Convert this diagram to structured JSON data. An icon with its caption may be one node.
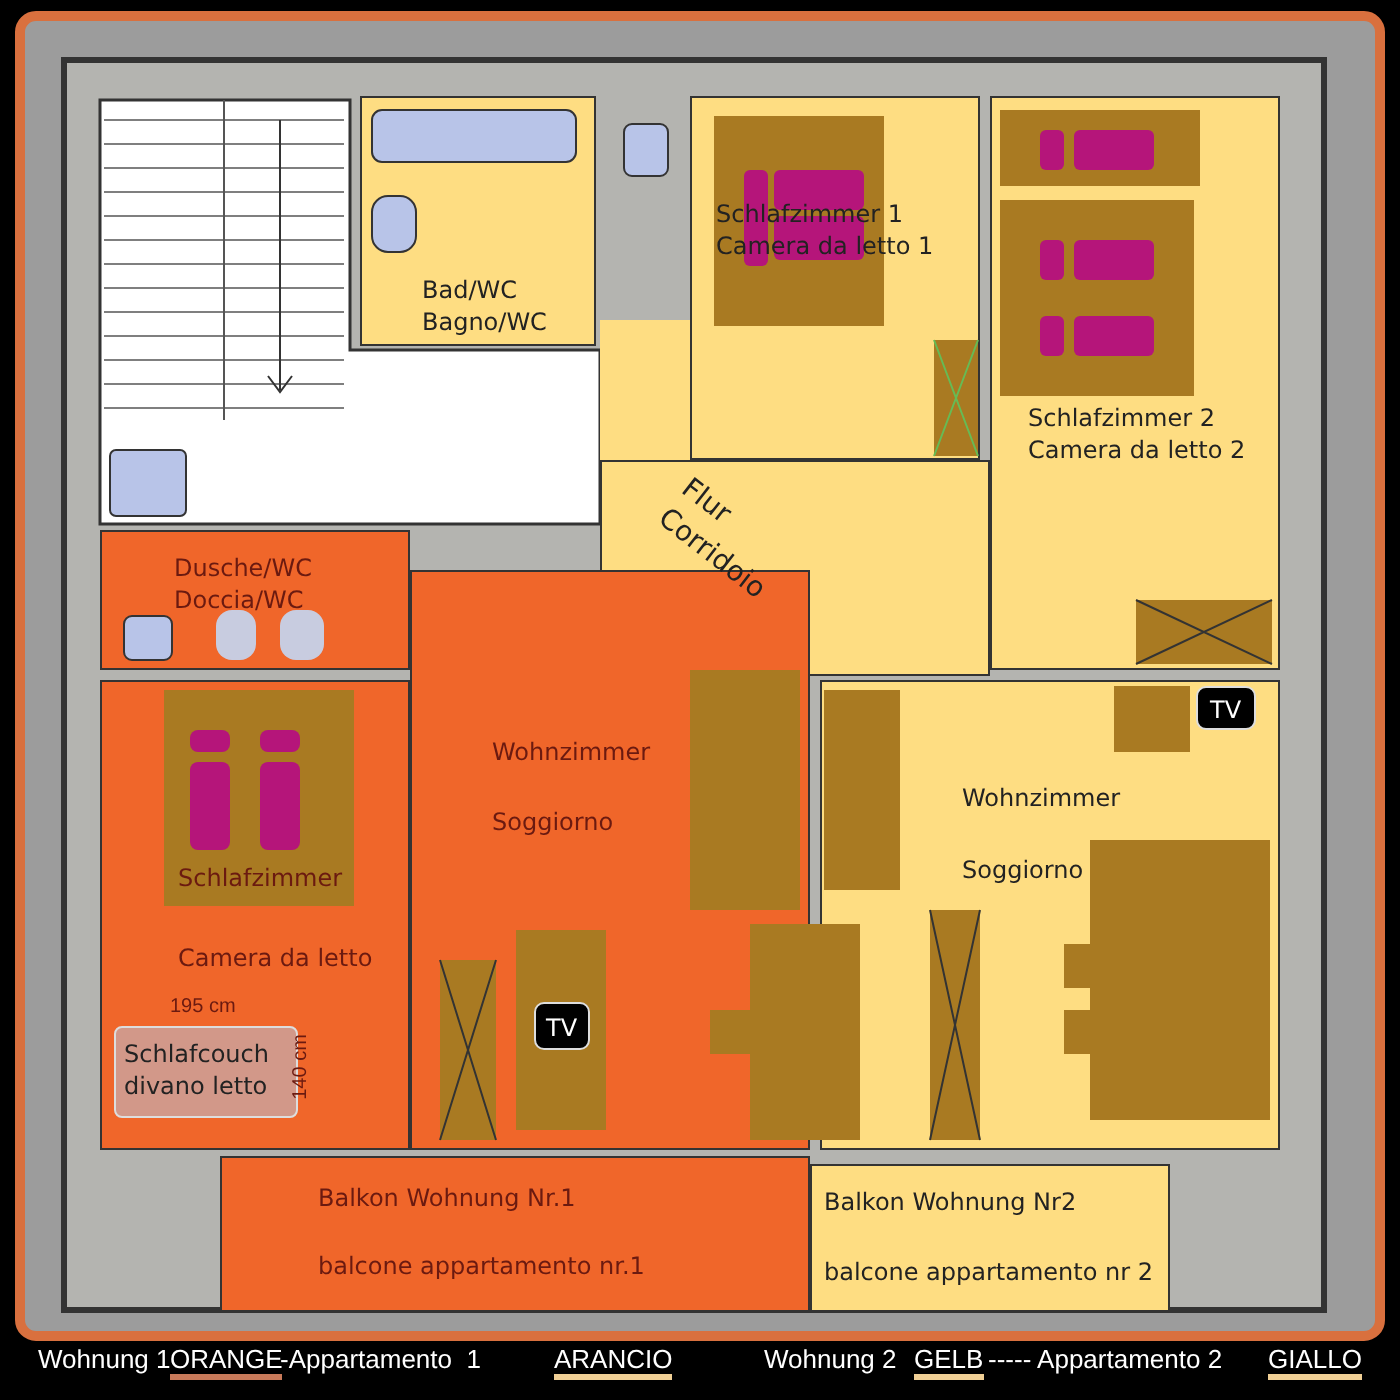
{
  "diagram": {
    "nodes": [
      {
        "text": [
          "Bad/WC Bagno/WC"
        ]
      },
      {
        "text": [
          "Schlafzimmer 1 Camera da letto 1"
        ]
      },
      {
        "text": [
          "Schlafzimmer 2 Camera da letto 2"
        ]
      },
      {
        "text": [
          "Flur Corridoio"
        ]
      },
      {
        "text": [
          "Dusche/WC Doccia/WC"
        ]
      },
      {
        "text": [
          "Schlafzimmer",
          "Camera da letto"
        ]
      },
      {
        "text": [
          "Schlafcouch divano letto"
        ],
        "in": 5
      },
      {
        "text": [
          "Wohnzimmer",
          "Soggiorno"
        ]
      },
      {
        "text": [
          "TV"
        ],
        "in": 7
      },
      {
        "text": [
          "Wohnzimmer",
          "Soggiorno"
        ]
      },
      {
        "text": [
          "TV"
        ],
        "in": 9
      },
      {
        "text": [
          "Balkon Wohnung Nr.1",
          "balcone appartamento nr.1"
        ]
      },
      {
        "text": [
          "Balkon Wohnung Nr2",
          "balcone appartamento nr 2"
        ]
      }
    ],
    "labels": [
      "195 cm",
      "140 cm",
      "Wohnung 1",
      "ORANGE",
      "-Appartamento  1",
      "ARANCIO",
      "Wohnung 2",
      "GELB",
      "----- Appartamento 2",
      "GIALLO"
    ]
  }
}
